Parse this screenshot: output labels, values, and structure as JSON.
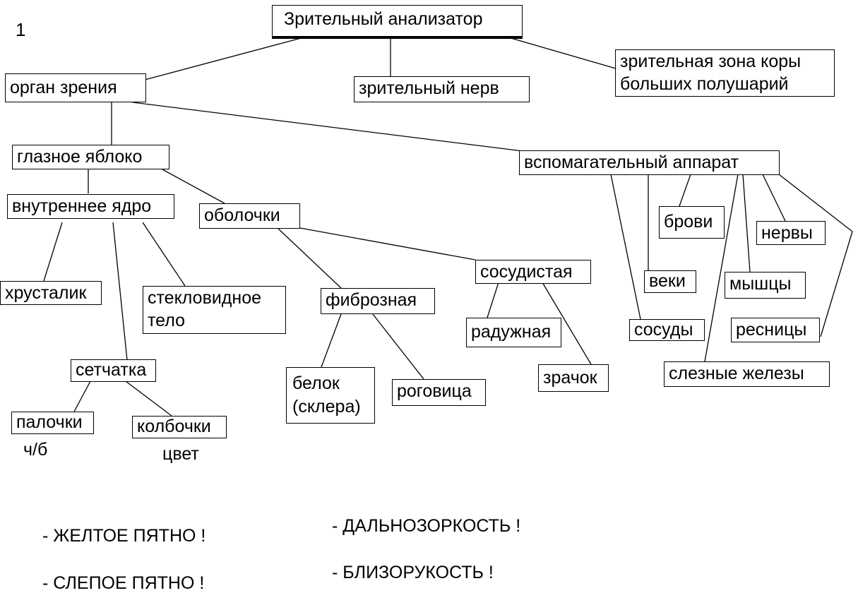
{
  "page_number": "1",
  "nodes": {
    "root": "Зрительный анализатор",
    "organ": "орган зрения",
    "nerve": "зрительный нерв",
    "cortex": "зрительная зона коры\nбольших полушарий",
    "eyeball": "глазное яблоко",
    "aux": "вспомагательный аппарат",
    "core": "внутреннее ядро",
    "shells": "оболочки",
    "lens": "хрусталик",
    "vitreous": "стекловидное\nтело",
    "retina": "сетчатка",
    "rods": "палочки",
    "cones": "колбочки",
    "fibrous": "фиброзная",
    "sclera": "белок\n(склера)",
    "cornea": "роговица",
    "vascular": "сосудистая",
    "iris": "радужная",
    "pupil": "зрачок",
    "brows": "брови",
    "lids": "веки",
    "vessels": "сосуды",
    "nerves": "нервы",
    "muscles": "мышцы",
    "lashes": "ресницы",
    "glands": "слезные железы"
  },
  "labels": {
    "rods_note": "ч/б",
    "cones_note": "цвет"
  },
  "notes": {
    "yellow_spot": "- ЖЕЛТОЕ ПЯТНО !",
    "blind_spot": "- СЛЕПОЕ ПЯТНО !",
    "hyperopia": "- ДАЛЬНОЗОРКОСТЬ !",
    "myopia": "- БЛИЗОРУКОСТЬ !"
  }
}
